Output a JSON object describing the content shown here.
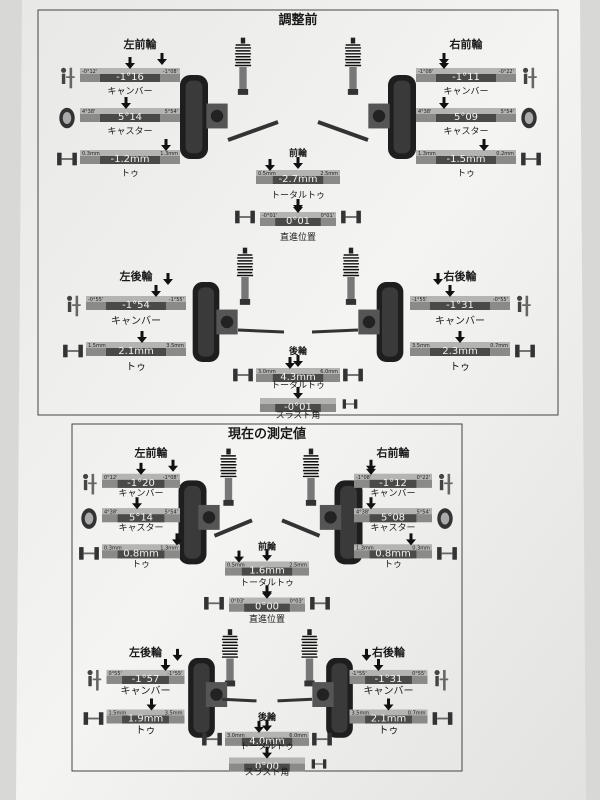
{
  "page": {
    "sections": [
      {
        "title": "調整前",
        "front": {
          "left_label": "左前輪",
          "right_label": "右前輪",
          "left_camber": {
            "min": "-0°12'",
            "max": "-1°08'",
            "value": "-1°16",
            "label": "キャンバー"
          },
          "left_caster": {
            "min": "4°38'",
            "max": "5°54'",
            "value": "5°14",
            "label": "キャスター"
          },
          "left_toe": {
            "min": "0.3mm",
            "max": "1.3mm",
            "value": "-1.2mm",
            "label": "トゥ"
          },
          "right_camber": {
            "min": "-1°08'",
            "max": "-0°22'",
            "value": "-1°11",
            "label": "キャンバー"
          },
          "right_caster": {
            "min": "4°38'",
            "max": "5°54'",
            "value": "5°09",
            "label": "キャスター"
          },
          "right_toe": {
            "min": "1.3mm",
            "max": "0.2mm",
            "value": "-1.5mm",
            "label": "トゥ"
          },
          "axle_label": "前輪",
          "total_toe": {
            "min": "0.5mm",
            "max": "2.5mm",
            "value": "-2.7mm",
            "label": "トータルトゥ"
          },
          "straight": {
            "min": "-0°01'",
            "max": "0°01'",
            "value": "0°01",
            "label": "直進位置"
          }
        },
        "rear": {
          "left_label": "左後輪",
          "right_label": "右後輪",
          "left_camber": {
            "min": "-0°55'",
            "max": "-1°55'",
            "value": "-1°54",
            "label": "キャンバー"
          },
          "left_toe": {
            "min": "1.5mm",
            "max": "3.5mm",
            "value": "2.1mm",
            "label": "トゥ"
          },
          "right_camber": {
            "min": "-1°55'",
            "max": "-0°55'",
            "value": "-1°31",
            "label": "キャンバー"
          },
          "right_toe": {
            "min": "3.5mm",
            "max": "0.7mm",
            "value": "2.3mm",
            "label": "トゥ"
          },
          "axle_label": "後輪",
          "total_toe": {
            "min": "3.0mm",
            "max": "6.0mm",
            "value": "4.3mm",
            "label": "トータルトゥ"
          },
          "thrust": {
            "min": "",
            "max": "",
            "value": "-0°01",
            "label": "スラスト角"
          }
        }
      },
      {
        "title": "現在の測定値",
        "front": {
          "left_label": "左前輪",
          "right_label": "右前輪",
          "left_camber": {
            "min": "0°12'",
            "max": "-1°08'",
            "value": "-1°20",
            "label": "キャンバー"
          },
          "left_caster": {
            "min": "4°38'",
            "max": "5°54'",
            "value": "5°14",
            "label": "キャスター"
          },
          "left_toe": {
            "min": "0.3mm",
            "max": "1.3mm",
            "value": "0.8mm",
            "label": "トゥ"
          },
          "right_camber": {
            "min": "-1°08'",
            "max": "0°22'",
            "value": "-1°12",
            "label": "キャンバー"
          },
          "right_caster": {
            "min": "4°38'",
            "max": "5°54'",
            "value": "5°08",
            "label": "キャスター"
          },
          "right_toe": {
            "min": "1.3mm",
            "max": "0.3mm",
            "value": "0.8mm",
            "label": "トゥ"
          },
          "axle_label": "前輪",
          "total_toe": {
            "min": "0.5mm",
            "max": "2.5mm",
            "value": "1.6mm",
            "label": "トータルトゥ"
          },
          "straight": {
            "min": "0°03'",
            "max": "0°03'",
            "value": "0°00",
            "label": "直進位置"
          }
        },
        "rear": {
          "left_label": "左後輪",
          "right_label": "右後輪",
          "left_camber": {
            "min": "0°55'",
            "max": "-1°55'",
            "value": "-1°57",
            "label": "キャンバー"
          },
          "left_toe": {
            "min": "1.5mm",
            "max": "3.5mm",
            "value": "1.9mm",
            "label": "トゥ"
          },
          "right_camber": {
            "min": "-1°55'",
            "max": "0°55'",
            "value": "-1°31",
            "label": "キャンバー"
          },
          "right_toe": {
            "min": "3.5mm",
            "max": "0.7mm",
            "value": "2.1mm",
            "label": "トゥ"
          },
          "axle_label": "後輪",
          "total_toe": {
            "min": "3.0mm",
            "max": "6.0mm",
            "value": "4.0mm",
            "label": "トータルトゥ"
          },
          "thrust": {
            "min": "",
            "max": "",
            "value": "0°00",
            "label": "スラスト角"
          }
        }
      }
    ]
  }
}
